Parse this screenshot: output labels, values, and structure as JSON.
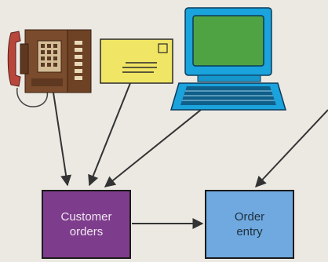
{
  "colors": {
    "background": "#ece9e3",
    "customer_orders_box": "#7e3d8c",
    "order_entry_box": "#6fa9df",
    "phone": "#7a4b2c",
    "handset": "#b8463a",
    "envelope": "#f1e565",
    "monitor": "#1aa3dc",
    "screen": "#4fa343",
    "arrow": "#333333"
  },
  "icons": [
    "telephone-icon",
    "envelope-icon",
    "computer-terminal-icon"
  ],
  "boxes": {
    "customer_orders": {
      "line1": "Customer",
      "line2": "orders"
    },
    "order_entry": {
      "line1": "Order",
      "line2": "entry"
    }
  }
}
